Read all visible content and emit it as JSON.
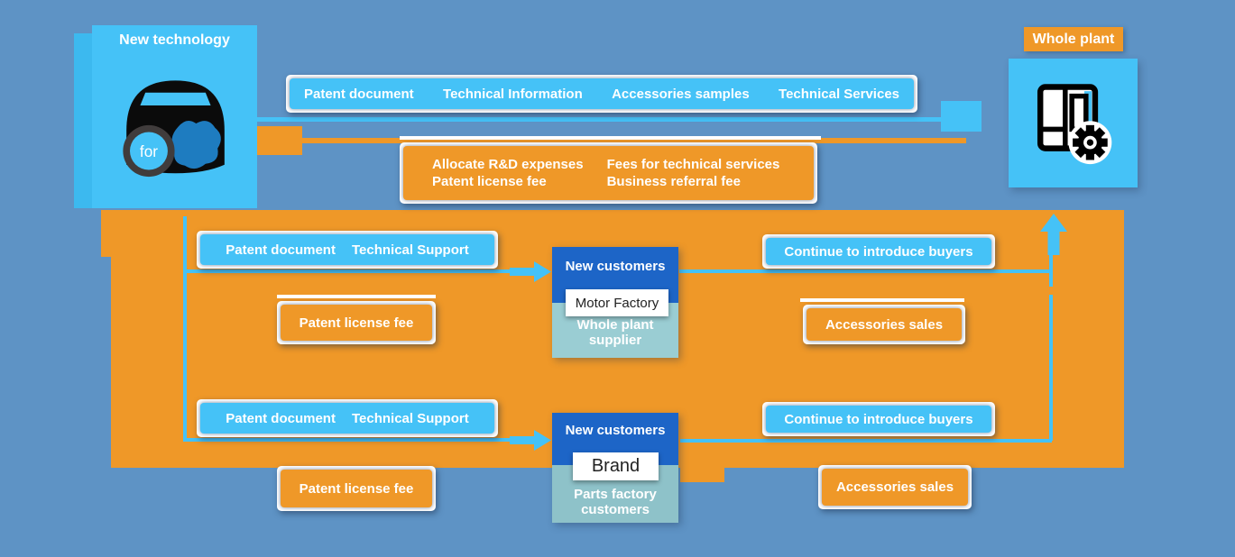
{
  "palette": {
    "background": "#5e93c5",
    "cyan": "#45c2f7",
    "orange": "#ef9828",
    "dark_blue": "#1d65c7",
    "teal_row1": "#9acdd3",
    "teal_row2": "#8ec2c9"
  },
  "icons": {
    "source": "motorcycle-helmet-icon",
    "destination": "machinery-gear-icon"
  },
  "source": {
    "title": "New technology",
    "badge": "for"
  },
  "destination": {
    "title": "Whole plant"
  },
  "provide_flow": {
    "items": [
      "Patent document",
      "Technical Information",
      "Accessories samples",
      "Technical Services"
    ]
  },
  "return_flow": {
    "column1": [
      "Allocate R&D expenses",
      "Patent license fee"
    ],
    "column2": [
      "Fees for technical services",
      "Business referral fee"
    ]
  },
  "rows": [
    {
      "provide": [
        "Patent document",
        "Technical Support"
      ],
      "fee": "Patent license fee",
      "customer": {
        "header": "New customers",
        "tag": "Motor Factory",
        "type": "Whole plant supplier"
      },
      "referral": "Continue to introduce buyers",
      "sales": "Accessories sales"
    },
    {
      "provide": [
        "Patent document",
        "Technical Support"
      ],
      "fee": "Patent license fee",
      "customer": {
        "header": "New customers",
        "tag": "Brand",
        "type": "Parts factory customers"
      },
      "referral": "Continue to introduce buyers",
      "sales": "Accessories sales"
    }
  ]
}
